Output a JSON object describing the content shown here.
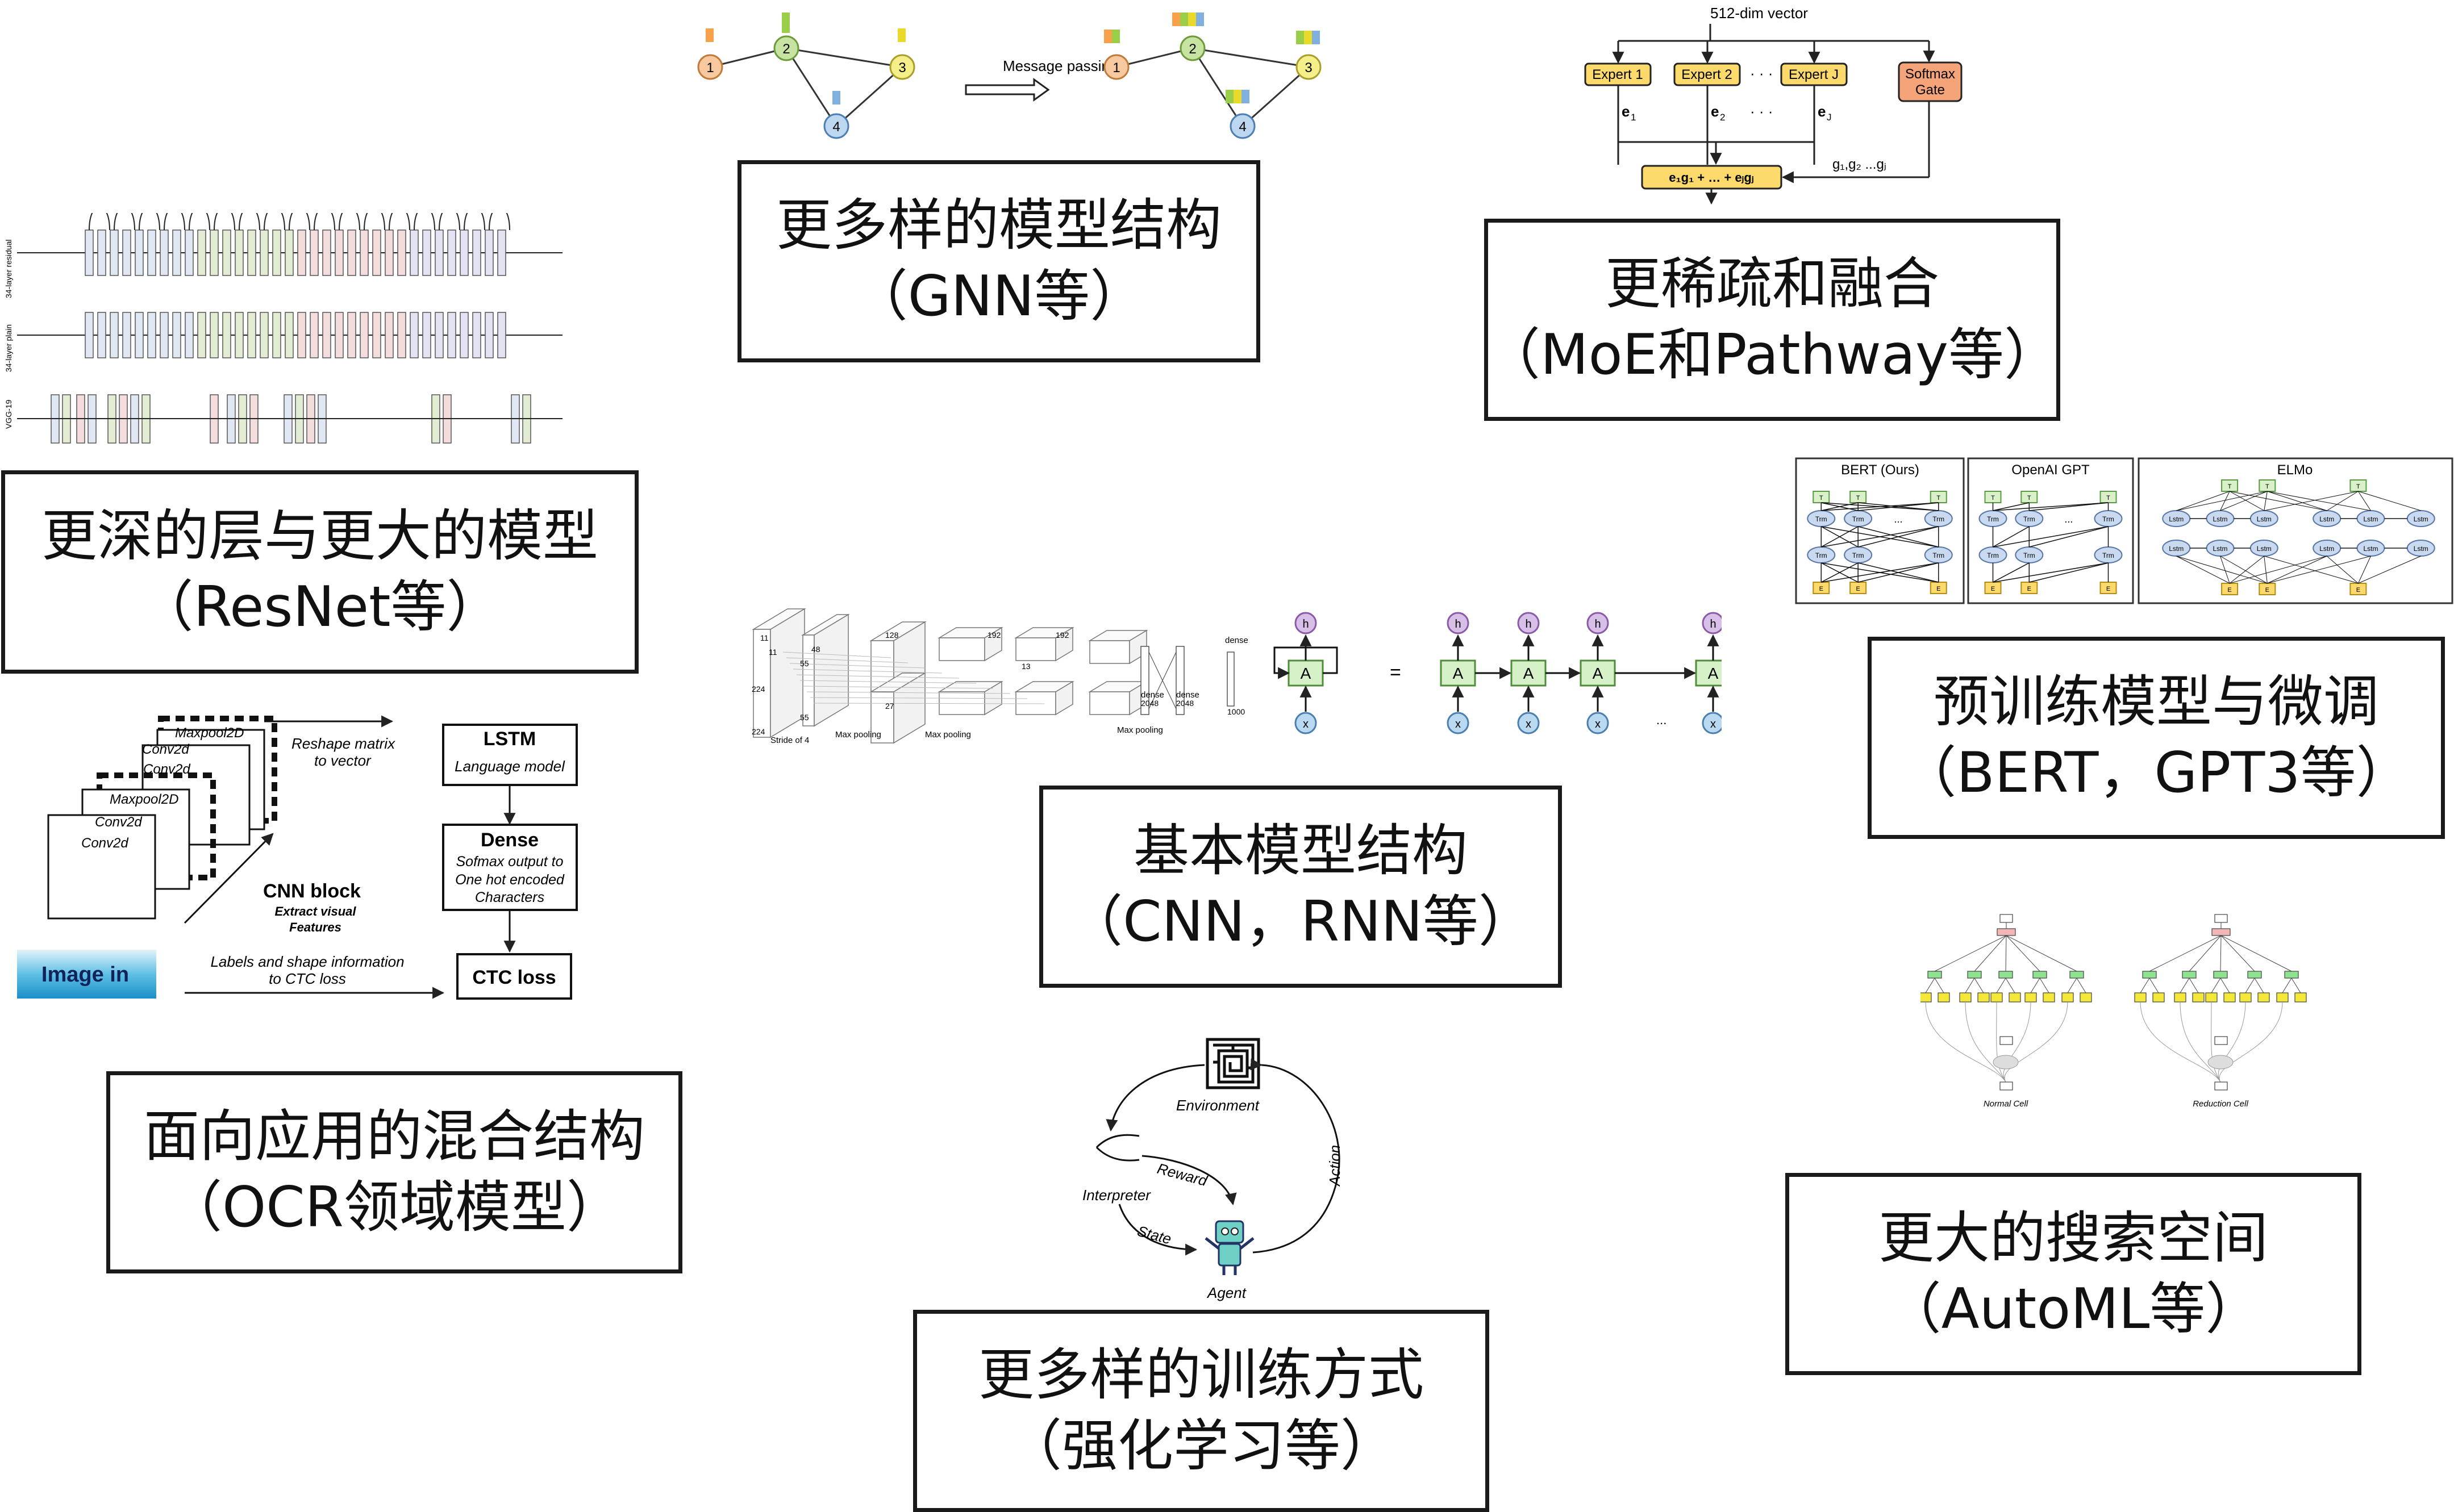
{
  "boxes": {
    "resnet": {
      "line1": "更深的层与更大的模型",
      "line2": "（ResNet等）"
    },
    "gnn": {
      "line1": "更多样的模型结构",
      "line2": "（GNN等）"
    },
    "moe": {
      "line1": "更稀疏和融合",
      "line2": "（MoE和Pathway等）"
    },
    "pretrain": {
      "line1": "预训练模型与微调",
      "line2": "（BERT，GPT3等）"
    },
    "basic": {
      "line1": "基本模型结构",
      "line2": "（CNN，RNN等）"
    },
    "ocr": {
      "line1": "面向应用的混合结构",
      "line2": "（OCR领域模型）"
    },
    "rl": {
      "line1": "更多样的训练方式",
      "line2": "（强化学习等）"
    },
    "automl": {
      "line1": "更大的搜索空间",
      "line2": "（AutoML等）"
    }
  },
  "gnn_fig": {
    "nodes": [
      "1",
      "2",
      "3",
      "4"
    ],
    "arrow_label": "Message passing"
  },
  "moe_fig": {
    "top": "512-dim vector",
    "experts": [
      "Expert 1",
      "Expert 2",
      "Expert J"
    ],
    "gate_line1": "Softmax",
    "gate_line2": "Gate",
    "dots": "· · ·",
    "e1": "e",
    "e1s": "1",
    "e2": "e",
    "e2s": "2",
    "ej": "e",
    "ejs": "J",
    "sum": "e₁g₁ + … + eⱼgⱼ",
    "gates": "g₁,g₂ ...gⱼ"
  },
  "bert_fig": {
    "panels": [
      "BERT (Ours)",
      "OpenAI GPT",
      "ELMo"
    ],
    "trm": "Trm",
    "lstm": "Lstm",
    "t": "T",
    "e": "E",
    "dots": "..."
  },
  "resnet_fig": {
    "labels": [
      "34-layer residual",
      "34-layer plain",
      "VGG-19"
    ]
  },
  "cnn_fig": {
    "labels": [
      "Stride of 4",
      "Max pooling",
      "Max pooling",
      "Max pooling",
      "dense",
      "dense",
      "dense"
    ],
    "nums": [
      "224",
      "224",
      "11",
      "11",
      "55",
      "55",
      "48",
      "128",
      "27",
      "192",
      "13",
      "192",
      "2048",
      "2048",
      "1000"
    ]
  },
  "rnn_fig": {
    "cell": "A",
    "h": "h",
    "x": "x",
    "eq": "=",
    "dots": "..."
  },
  "ocr_fig": {
    "maxpool": "Maxpool2D",
    "conv": "Conv2d",
    "reshape_line1": "Reshape matrix",
    "reshape_line2": "to vector",
    "lstm": "LSTM",
    "lstm_sub": "Language model",
    "dense": "Dense",
    "dense_sub1": "Sofmax output to",
    "dense_sub2": "One hot encoded",
    "dense_sub3": "Characters",
    "cnn_block": "CNN block",
    "cnn_sub1": "Extract visual",
    "cnn_sub2": "Features",
    "labels_line1": "Labels and shape information",
    "labels_line2": "to CTC loss",
    "ctc": "CTC loss",
    "image_in": "Image in"
  },
  "rl_fig": {
    "environment": "Environment",
    "reward": "Reward",
    "interpreter": "Interpreter",
    "state": "State",
    "action": "Action",
    "agent": "Agent"
  },
  "nas_fig": {
    "normal": "Normal Cell",
    "reduction": "Reduction Cell"
  }
}
